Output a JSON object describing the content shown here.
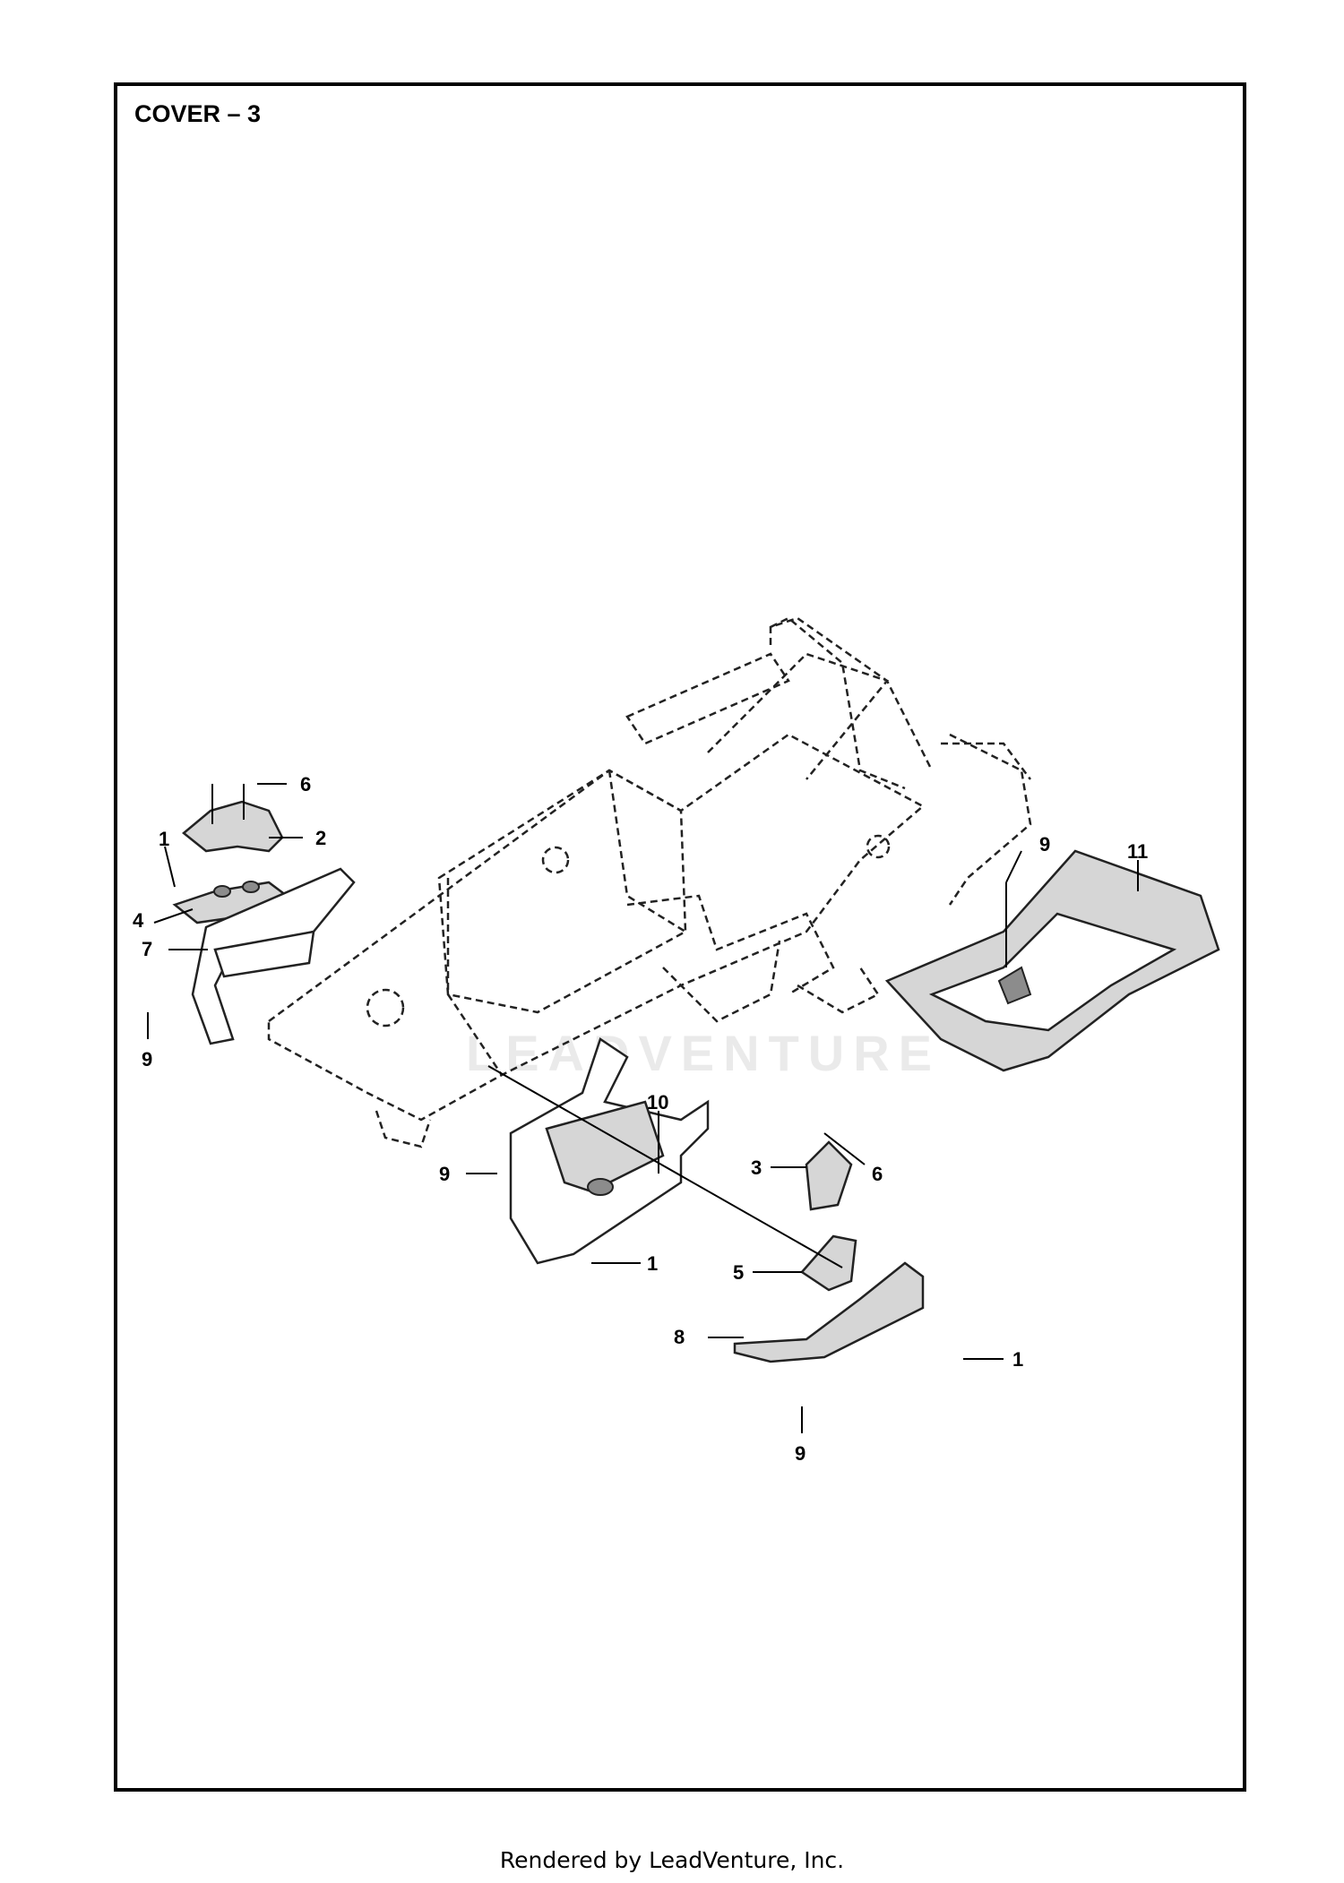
{
  "diagram": {
    "title": "COVER – 3",
    "footer": "Rendered by LeadVenture, Inc.",
    "watermark": "LEADVENTURE",
    "callouts": [
      {
        "id": "c-6a",
        "label": "6"
      },
      {
        "id": "c-2",
        "label": "2"
      },
      {
        "id": "c-1a",
        "label": "1"
      },
      {
        "id": "c-4",
        "label": "4"
      },
      {
        "id": "c-7",
        "label": "7"
      },
      {
        "id": "c-9a",
        "label": "9"
      },
      {
        "id": "c-9b",
        "label": "9"
      },
      {
        "id": "c-11",
        "label": "11"
      },
      {
        "id": "c-10",
        "label": "10"
      },
      {
        "id": "c-9c",
        "label": "9"
      },
      {
        "id": "c-1b",
        "label": "1"
      },
      {
        "id": "c-3",
        "label": "3"
      },
      {
        "id": "c-6b",
        "label": "6"
      },
      {
        "id": "c-5",
        "label": "5"
      },
      {
        "id": "c-8",
        "label": "8"
      },
      {
        "id": "c-1c",
        "label": "1"
      },
      {
        "id": "c-9d",
        "label": "9"
      }
    ]
  }
}
